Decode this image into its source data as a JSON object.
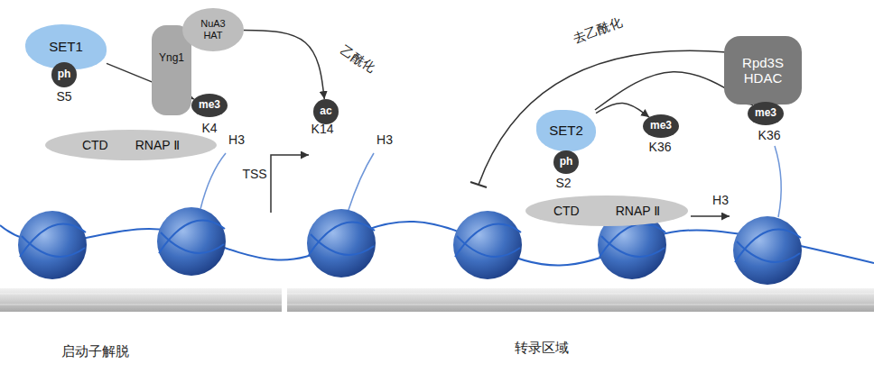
{
  "diagram": {
    "nodes": [
      {
        "text": [
          "SET1"
        ]
      },
      {
        "text": [
          "ph"
        ]
      },
      {
        "text": [
          "Yng1"
        ]
      },
      {
        "text": [
          "NuA3 HAT"
        ]
      },
      {
        "text": [
          "me3"
        ]
      },
      {
        "text": [
          "ac"
        ]
      },
      {
        "text": [
          "CTD",
          "RNAP Ⅱ"
        ]
      },
      {
        "text": [
          "SET2"
        ]
      },
      {
        "text": [
          "ph"
        ]
      },
      {
        "text": [
          "CTD",
          "RNAP Ⅱ"
        ]
      },
      {
        "text": [
          "me3"
        ]
      },
      {
        "text": [
          "Rpd3S HDAC"
        ]
      },
      {
        "text": [
          "me3"
        ]
      }
    ],
    "edges": [
      {
        "from": 0,
        "to": 4,
        "arrow": "to"
      },
      {
        "from": 3,
        "to": 5,
        "label": "乙酰化",
        "arrow": "to"
      },
      {
        "from": 7,
        "to": 10,
        "arrow": "to"
      },
      {
        "from": 7,
        "to": 12,
        "arrow": "to"
      }
    ],
    "labels": [
      "S5",
      "K4",
      "H3",
      "K14",
      "TSS",
      "H3",
      "去乙酰化",
      "S2",
      "K36",
      "H3",
      "K36",
      "启动子解脱",
      "转录区域"
    ]
  }
}
